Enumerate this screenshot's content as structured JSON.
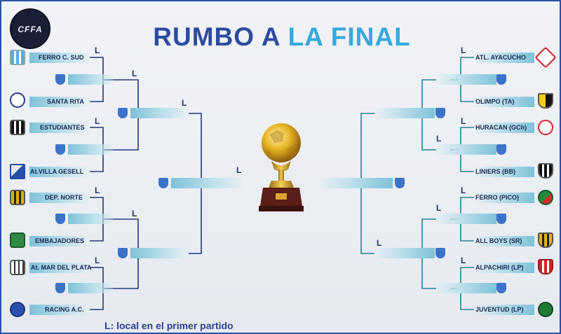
{
  "header": {
    "title_part1": "RUMBO A",
    "title_part2": "LA FINAL",
    "logo_text": "CFFA"
  },
  "marker": "L",
  "legend": "L: local en el primer partido",
  "left_teams": [
    {
      "name": "FERRO C. SUD",
      "crest": "racing-stripes"
    },
    {
      "name": "SANTA RITA",
      "crest": "shield-blue"
    },
    {
      "name": "ESTUDIANTES",
      "crest": "stripes-black"
    },
    {
      "name": "At.VILLA GESELL",
      "crest": "triangle-blue"
    },
    {
      "name": "DEP. NORTE",
      "crest": "stripes-yellow"
    },
    {
      "name": "EMBAJADORES",
      "crest": "green-shield"
    },
    {
      "name": "At. MAR DEL PLATA",
      "crest": "stripes-grey"
    },
    {
      "name": "RACING A.C.",
      "crest": "star-blue"
    }
  ],
  "right_teams": [
    {
      "name": "ATL. AYACUCHO",
      "crest": "red-diamond"
    },
    {
      "name": "OLIMPO (TA)",
      "crest": "yellow-black"
    },
    {
      "name": "HURACAN (GCh)",
      "crest": "red-ring"
    },
    {
      "name": "LINIERS (BB)",
      "crest": "black-white"
    },
    {
      "name": "FERRO (PICO)",
      "crest": "green-red"
    },
    {
      "name": "ALL BOYS (SR)",
      "crest": "yellow-black-stripes"
    },
    {
      "name": "ALPACHIRI (LP)",
      "crest": "red-white"
    },
    {
      "name": "JUVENTUD (LP)",
      "crest": "green-round"
    }
  ],
  "colors": {
    "title_dark": "#2e4aa0",
    "title_light": "#35a9dc",
    "line": "#23387a",
    "bar": "#7fc1d8",
    "shield": "#3c73c9"
  }
}
